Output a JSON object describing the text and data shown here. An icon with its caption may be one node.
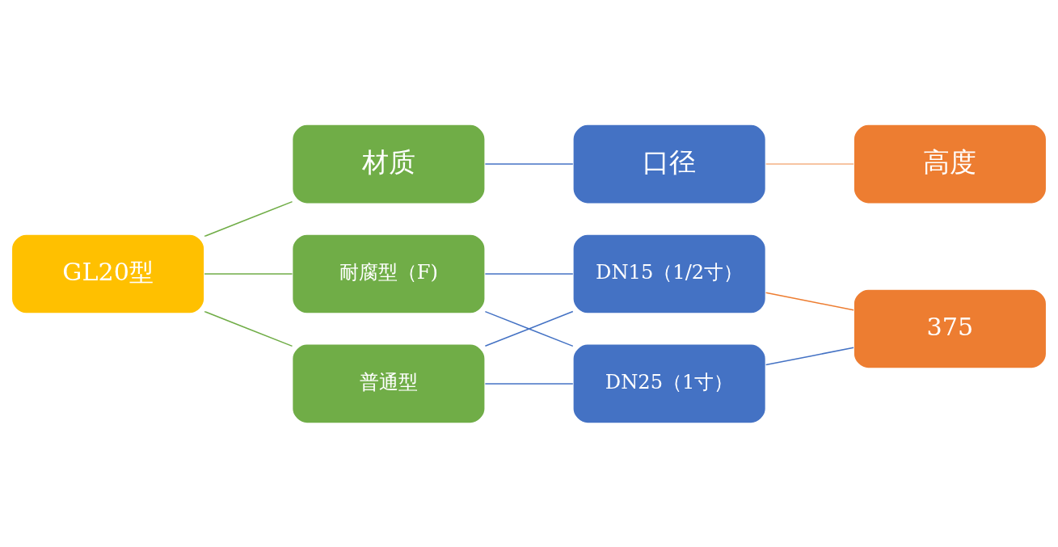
{
  "diagram": {
    "nodes": [
      {
        "text": [
          "GL20型"
        ]
      },
      {
        "text": [
          "材质"
        ]
      },
      {
        "text": [
          "普通型"
        ]
      },
      {
        "text": [
          "耐腐型（F)"
        ]
      },
      {
        "text": [
          "口径"
        ]
      },
      {
        "text": [
          "DN15（1/2寸）"
        ]
      },
      {
        "text": [
          "DN25（1寸）"
        ]
      },
      {
        "text": [
          "高度"
        ]
      },
      {
        "text": [
          "375"
        ]
      }
    ],
    "edges": [
      {
        "from": 0,
        "to": 1,
        "arrow": "none",
        "color": "#70ad47"
      },
      {
        "from": 0,
        "to": 2,
        "arrow": "none",
        "color": "#70ad47"
      },
      {
        "from": 0,
        "to": 3,
        "arrow": "none",
        "color": "#70ad47"
      },
      {
        "from": 1,
        "to": 4,
        "arrow": "none"
      },
      {
        "from": 4,
        "to": 7,
        "arrow": "none",
        "color": "#f4b183"
      },
      {
        "from": 2,
        "to": 5,
        "arrow": "none"
      },
      {
        "from": 2,
        "to": 6,
        "arrow": "none"
      },
      {
        "from": 3,
        "to": 5,
        "arrow": "none"
      },
      {
        "from": 3,
        "to": 6,
        "arrow": "none"
      },
      {
        "from": 5,
        "to": 8,
        "arrow": "none",
        "color": "#ed7d31"
      },
      {
        "from": 6,
        "to": 8,
        "arrow": "none"
      }
    ]
  }
}
